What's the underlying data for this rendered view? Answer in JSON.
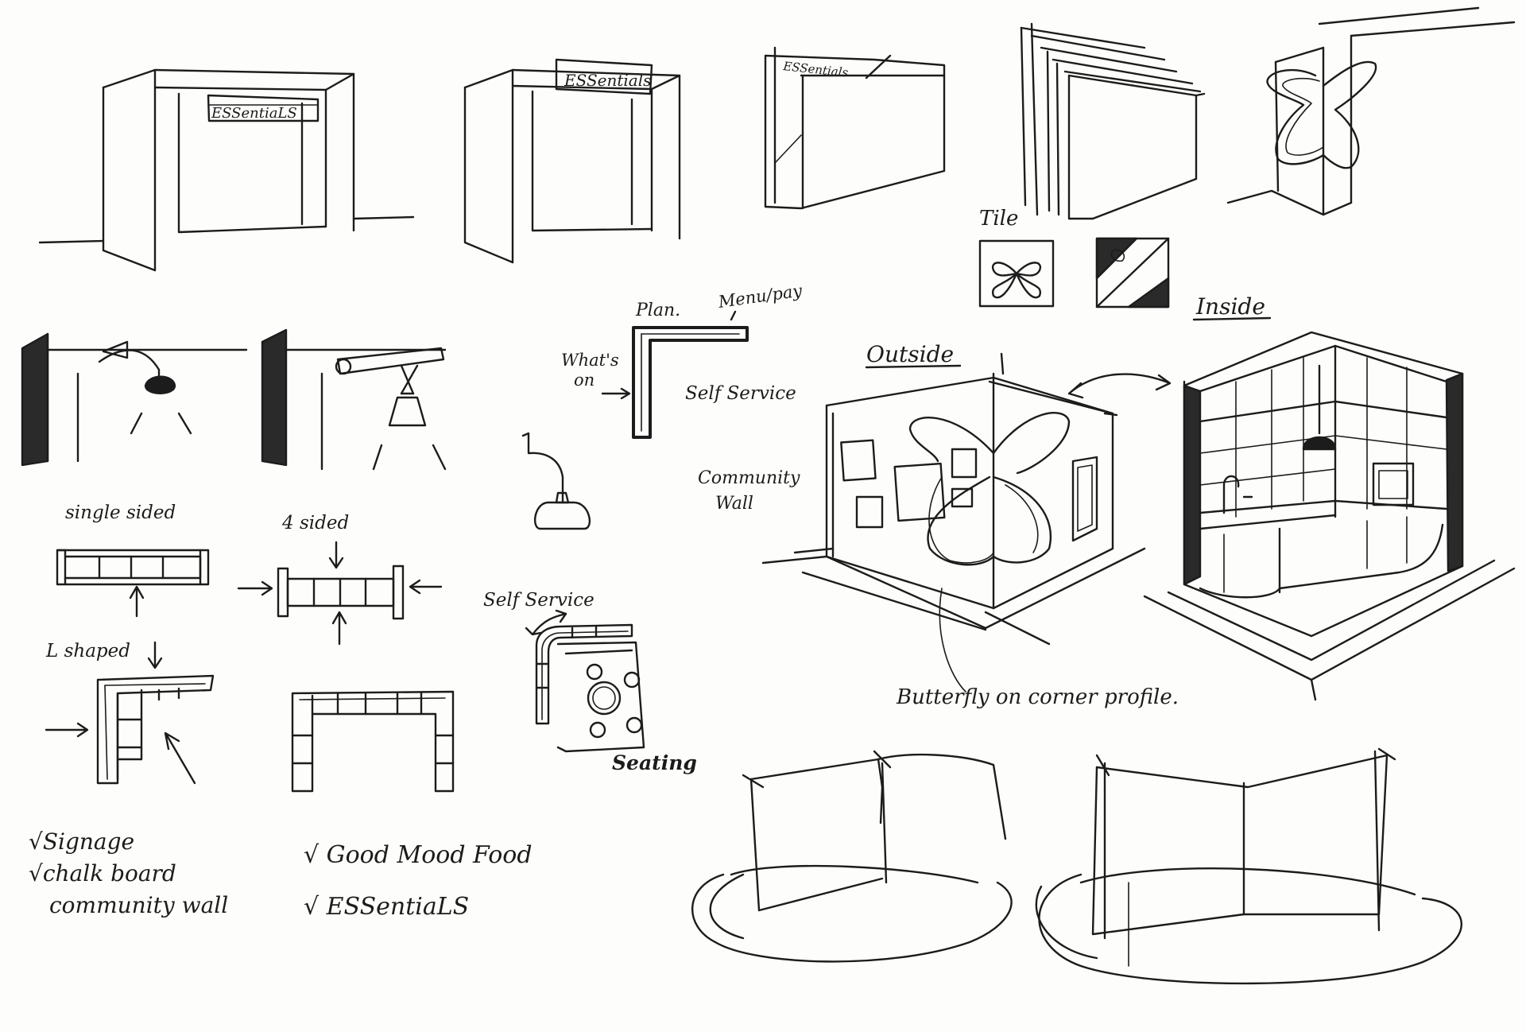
{
  "labels": {
    "sign1": "ESSentiaLS",
    "sign2": "ESSentials",
    "sign3": "ESSentials",
    "tile": "Tile",
    "inside": "Inside",
    "outside": "Outside",
    "plan": "Plan.",
    "menu_pay": "Menu/pay",
    "whats_on_1": "What's",
    "whats_on_2": "on",
    "self_service_plan": "Self Service",
    "community_1": "Community",
    "community_2": "Wall",
    "single_sided": "single sided",
    "four_sided": "4 sided",
    "l_shaped": "L shaped",
    "self_service_seating": "Self Service",
    "seating": "Seating",
    "butterfly_caption": "Butterfly on corner profile.",
    "check1": "√Signage",
    "check2": "√chalk board",
    "check3": "community wall",
    "check4": "√ Good Mood Food",
    "check5": "√ ESSentiaLS"
  }
}
